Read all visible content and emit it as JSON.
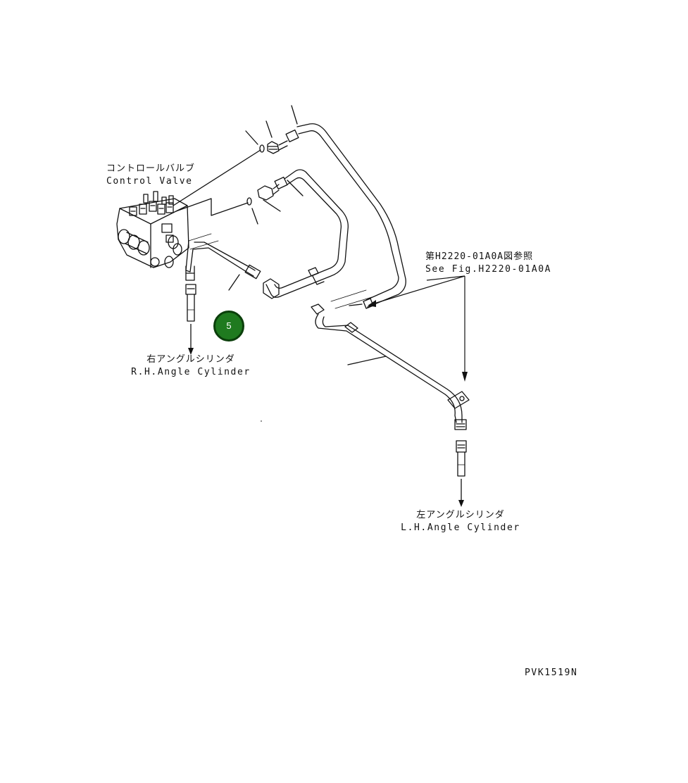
{
  "labels": {
    "control_valve_ja": "コントロールバルブ",
    "control_valve_en": "Control Valve",
    "see_fig_ja": "第H2220-01A0A図参照",
    "see_fig_en": "See Fig.H2220-01A0A",
    "rh_cylinder_ja": "右アングルシリンダ",
    "rh_cylinder_en": "R.H.Angle Cylinder",
    "lh_cylinder_ja": "左アングルシリンダ",
    "lh_cylinder_en": "L.H.Angle Cylinder",
    "drawing_code": "PVK1519N"
  },
  "callout": {
    "number": "5",
    "color": "#1f7a1f"
  }
}
